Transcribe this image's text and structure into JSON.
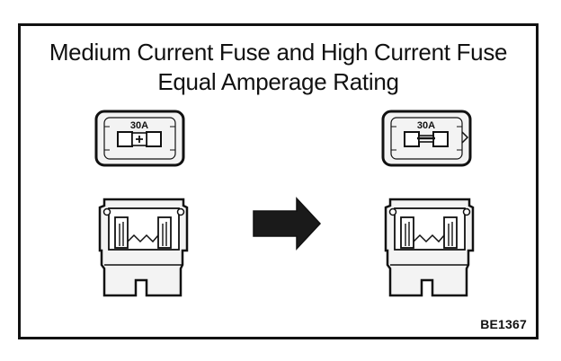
{
  "diagram": {
    "title_line1": "Medium Current Fuse and High Current Fuse",
    "title_line2": "Equal Amperage Rating",
    "fuse_rating_left": "30A",
    "fuse_rating_right": "30A",
    "code": "BE1367"
  },
  "colors": {
    "ink": "#111111",
    "paper": "#ffffff",
    "fuse_fill": "#f3f3f3",
    "arrow": "#1a1a1a"
  },
  "icons": [
    "medium-current-fuse-icon",
    "high-current-fuse-icon",
    "right-arrow-icon"
  ]
}
